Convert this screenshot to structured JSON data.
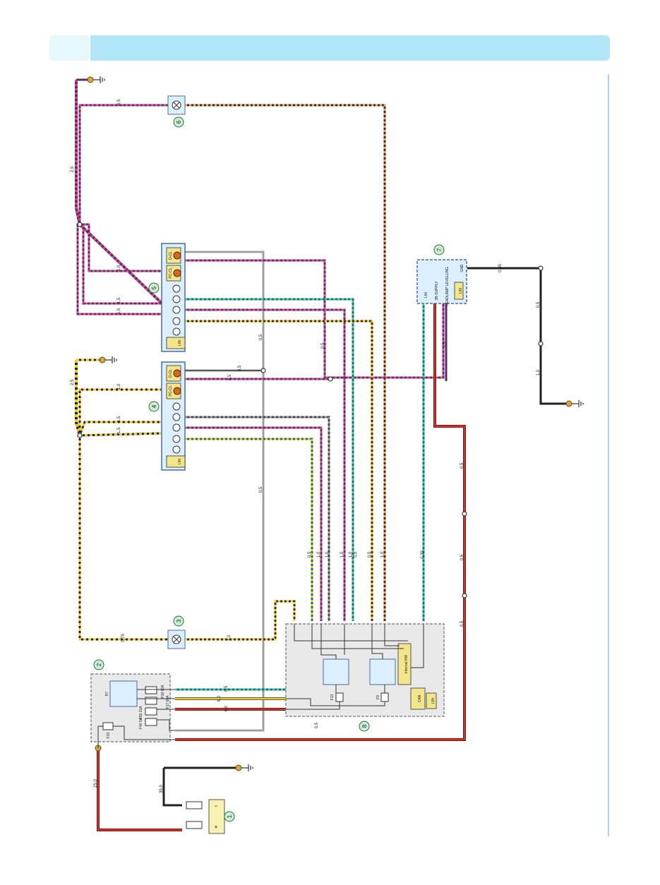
{
  "header": {
    "tab_text": "",
    "title": ""
  },
  "callouts": {
    "c1": "1",
    "c2": "2",
    "c3": "3",
    "c4": "4",
    "c5": "5",
    "c6": "6",
    "c7": "7",
    "c8": "8"
  },
  "module_5": {
    "label_ccl": "D-CL",
    "label_pcl": "PC-CL",
    "lin": "LIN"
  },
  "module_4": {
    "label_ccl": "D-CL",
    "label_pcl": "PC-CL",
    "lin": "LIN"
  },
  "module_7": {
    "pins": [
      "LIN",
      "3B-SUPPLY",
      "HEADLAMP LEVELLING",
      "GND"
    ],
    "lin": "LIN"
  },
  "module_8": {
    "fuse_a": "F13",
    "fuse_b": "F9",
    "internal": "Internal HW",
    "can": "CAN",
    "lin": "LIN"
  },
  "module_2": {
    "relay": "R7",
    "fuses": [
      "F18 60A",
      "F17 60A",
      "F59 15A",
      "F40 5A"
    ],
    "fuse_main": "F33"
  },
  "gauges": {
    "g_top_05": "0,5",
    "g_25_a": "2,5",
    "g5_10": "1,0",
    "g5_15a": "1,5",
    "g5_15b": "1,5",
    "g_mid_05a": "0,5",
    "g_mid_05b": "0,5",
    "g_mid_05c": "0,5",
    "g_25_b": "2,5",
    "g4_10": "1,0",
    "g4_15a": "1,5",
    "g4_15b": "1,5",
    "g4_05a": "0,5",
    "g4_05b": "0,5",
    "g_left_05": "0,5",
    "b_05a": "0,5",
    "b_10a": "1,0",
    "b_10b": "1,0",
    "b_10c": "1,0",
    "b_10d": "1,0",
    "b_05b": "0,5",
    "b_05c": "0,5",
    "b_10e": "1,0",
    "b_035": "0,35",
    "red_05a": "0,5",
    "red_05b": "0,5",
    "red_05c": "0,5",
    "g3_075": "0,75",
    "g3_10": "1,0",
    "m2_05": "0,5",
    "m2_60a": "6,0",
    "m2_60b": "6,0",
    "batt_250": "25,0",
    "batt_350": "35,0",
    "r_035": "0,35",
    "r_05": "0,5",
    "r_10": "1,0",
    "m7_05": "0,5"
  },
  "battery": {
    "minus": "−",
    "plus": "+"
  },
  "colors": {
    "header": "#b3e5f8",
    "module_fill": "#dcefff",
    "module_border": "#4a6d9b",
    "yellow_box": "#f3e58a",
    "red_wire": "#b3261e",
    "ground_fill": "#d9a441",
    "callout_fill": "#c8efd1"
  }
}
